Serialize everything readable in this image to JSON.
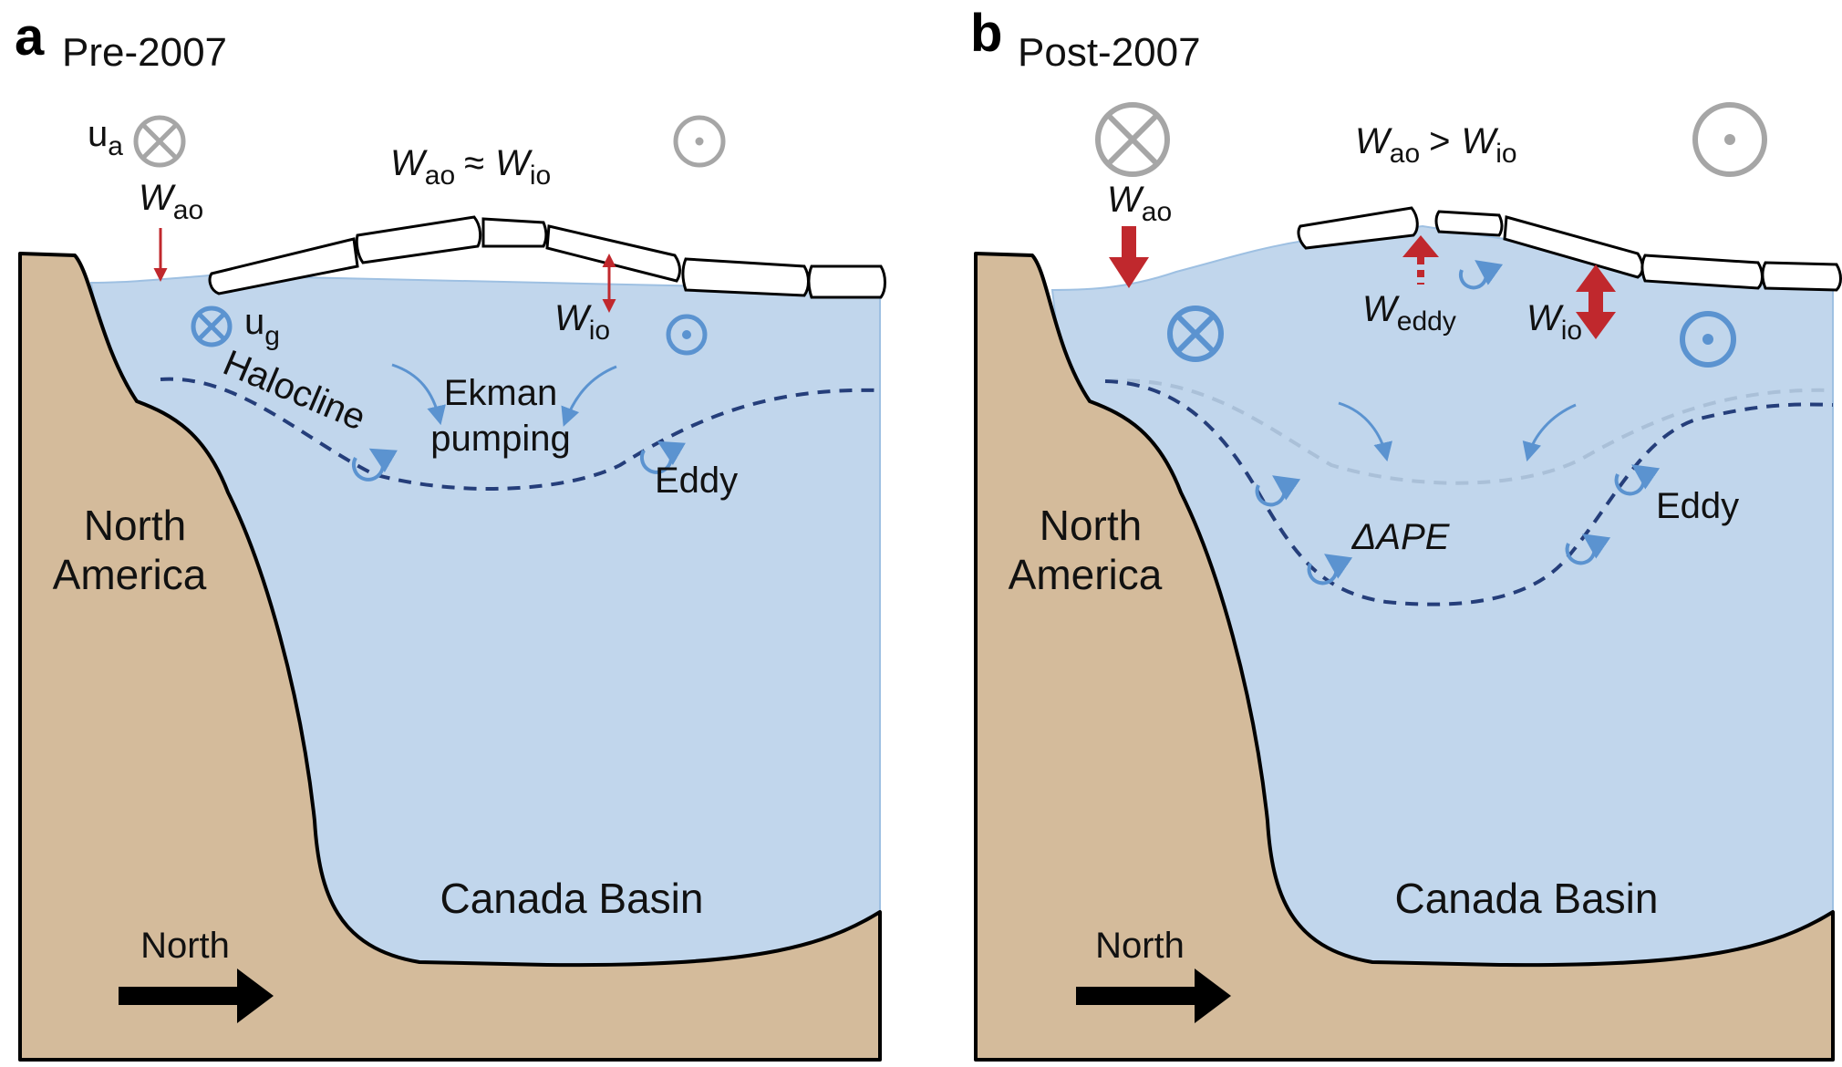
{
  "colors": {
    "land": "#d4bb9b",
    "ocean": "#c1d6ec",
    "ocean_edge": "#9ec0e2",
    "halocline": "#253e7a",
    "halocline_old": "#aac0d8",
    "eddy_blue": "#5b93d0",
    "stress_red": "#c0282d",
    "atm_gray": "#a6a6a6",
    "ice_fill": "#ffffff",
    "outline": "#000000"
  },
  "panel_a": {
    "letter": "a",
    "title": "Pre-2007",
    "ua": "u",
    "ua_sub": "a",
    "wao_main": "W",
    "wao_sub": "ao",
    "relation_w1": "W",
    "relation_s1": "ao",
    "relation_op": "≈",
    "relation_w2": "W",
    "relation_s2": "io",
    "wio_main": "W",
    "wio_sub": "io",
    "ug": "u",
    "ug_sub": "g",
    "halocline": "Halocline",
    "ekman_1": "Ekman",
    "ekman_2": "pumping",
    "eddy": "Eddy",
    "land_1": "North",
    "land_2": "America",
    "basin": "Canada Basin",
    "north": "North"
  },
  "panel_b": {
    "letter": "b",
    "title": "Post-2007",
    "wao_main": "W",
    "wao_sub": "ao",
    "relation_w1": "W",
    "relation_s1": "ao",
    "relation_op": ">",
    "relation_w2": "W",
    "relation_s2": "io",
    "weddy_main": "W",
    "weddy_sub": "eddy",
    "wio_main": "W",
    "wio_sub": "io",
    "dape": "ΔAPE",
    "eddy": "Eddy",
    "land_1": "North",
    "land_2": "America",
    "basin": "Canada Basin",
    "north": "North"
  }
}
